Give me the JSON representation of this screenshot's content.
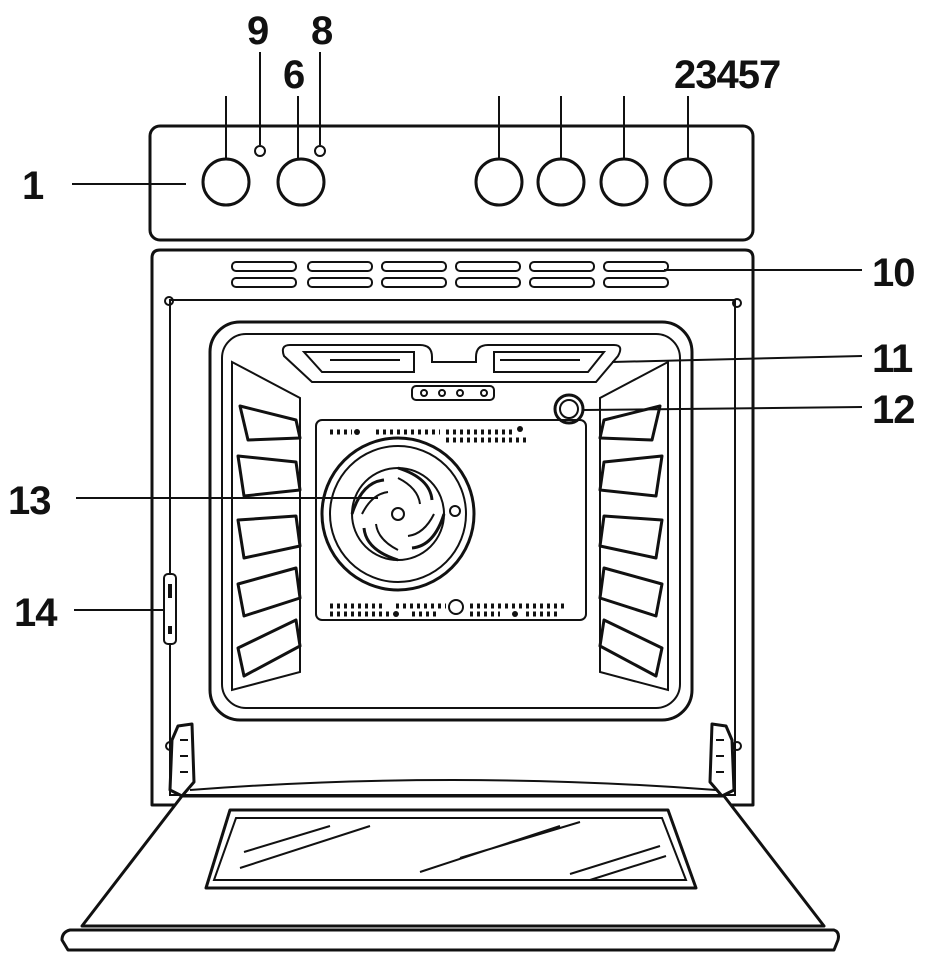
{
  "diagram": {
    "callouts": {
      "c1": "1",
      "c9": "9",
      "c8": "8",
      "c6": "6",
      "c23457": "23457",
      "c10": "10",
      "c11": "11",
      "c12": "12",
      "c13": "13",
      "c14": "14"
    }
  }
}
